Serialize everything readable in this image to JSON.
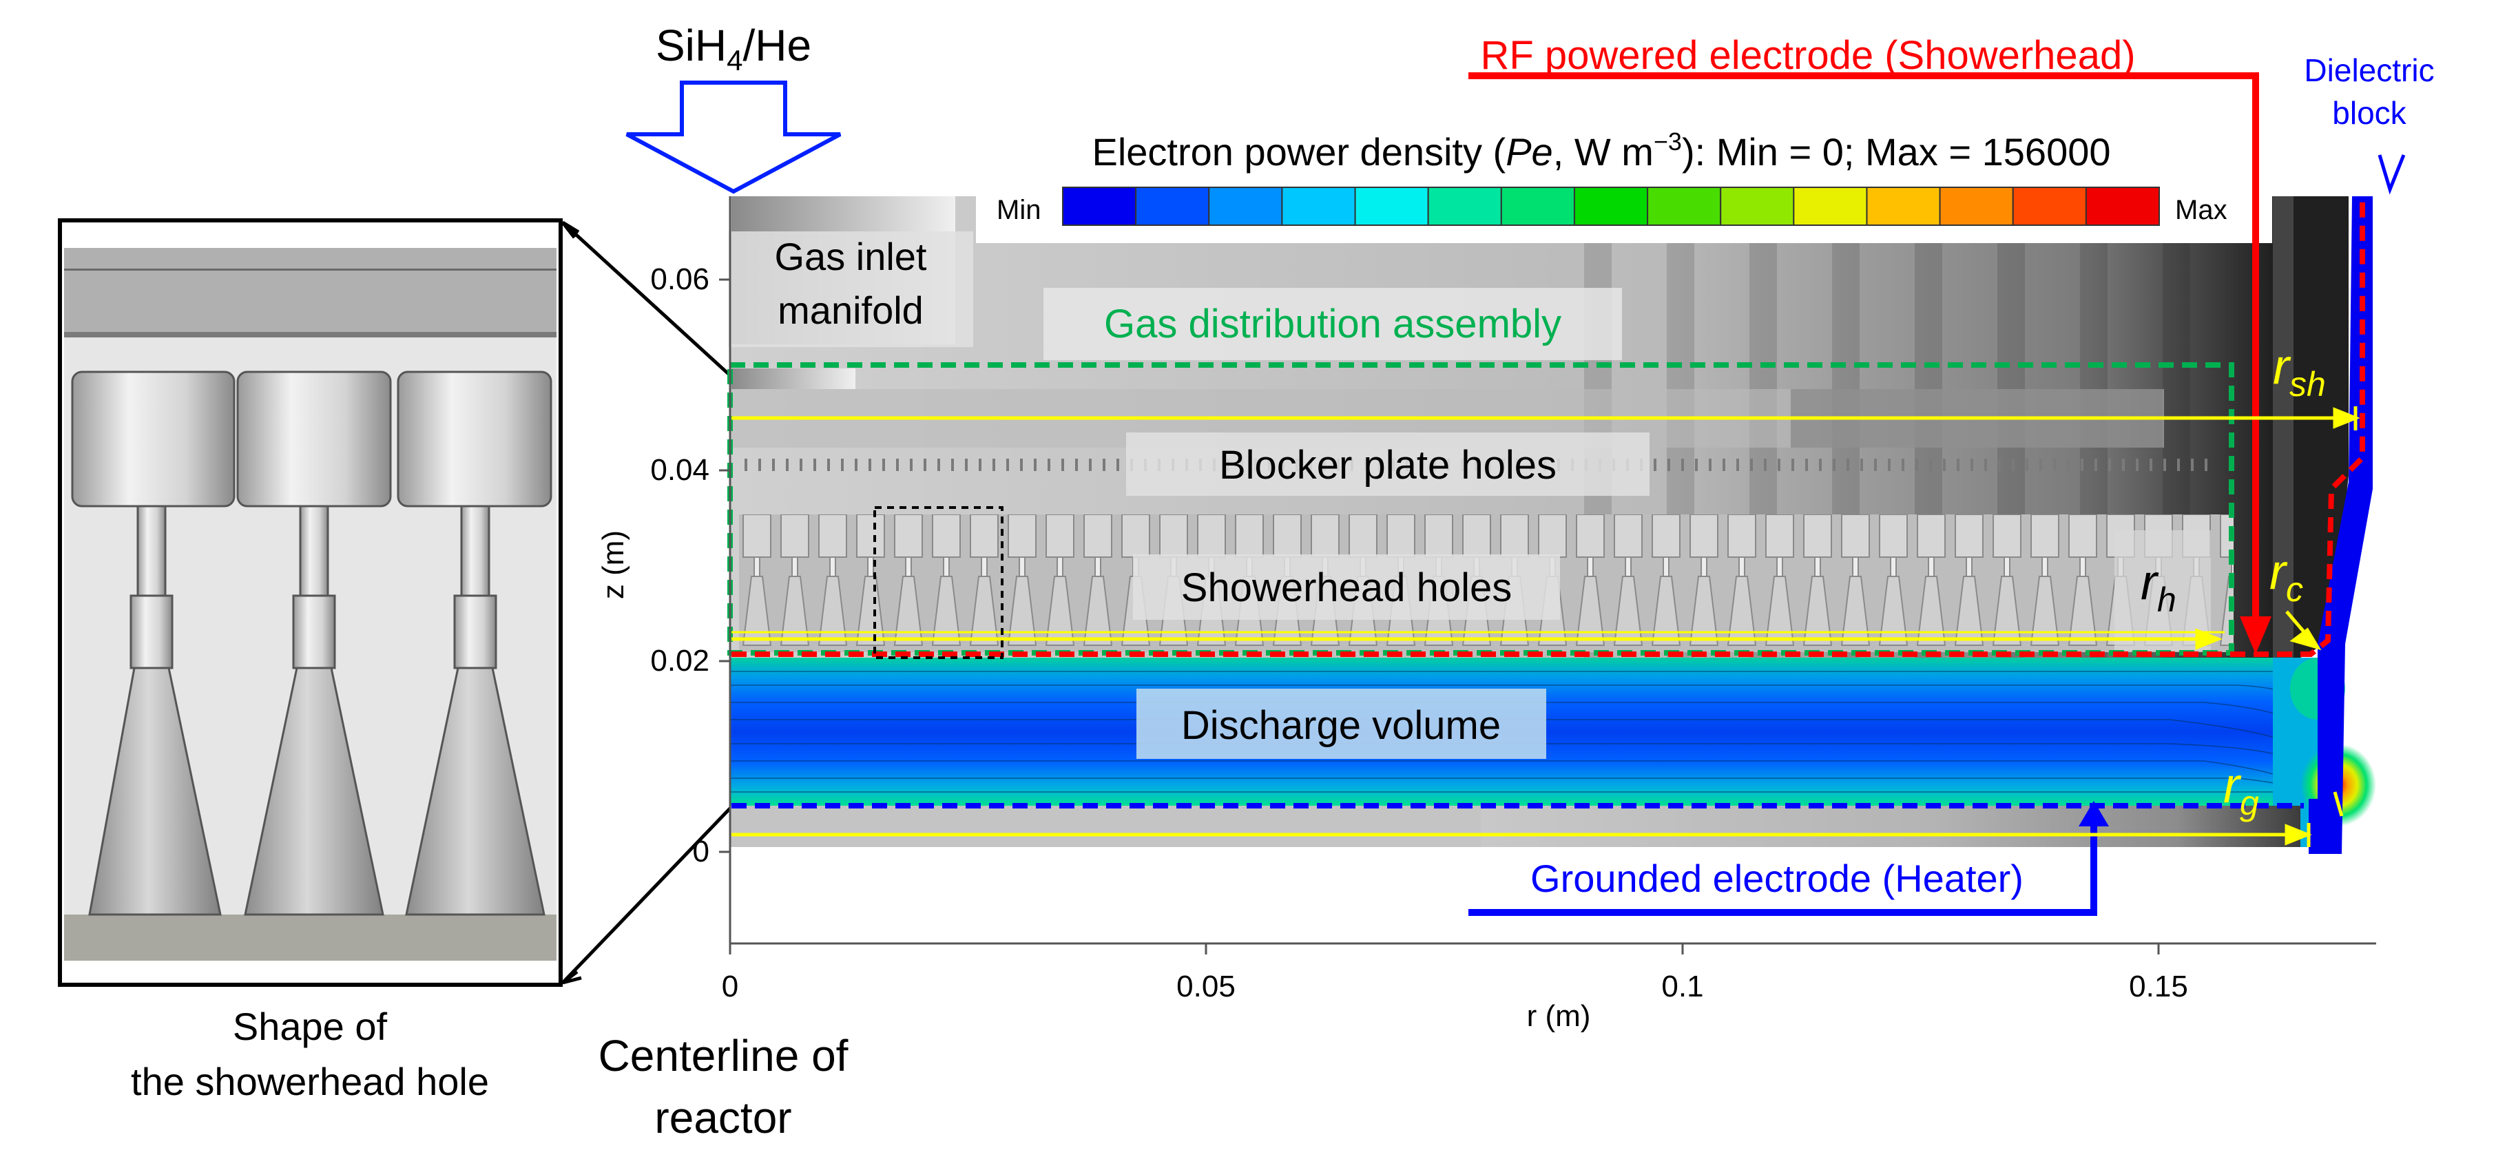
{
  "gas": {
    "prefix": "SiH",
    "sub": "4",
    "suffix": "/He"
  },
  "colorbar": {
    "title_pre": "Electron power density (",
    "title_var": "Pe",
    "title_unit": ", W m",
    "title_exp": "−3",
    "title_post": "): Min = 0; Max = 156000",
    "min_label": "Min",
    "max_label": "Max",
    "colors": [
      "#0000f0",
      "#0050ff",
      "#0090ff",
      "#00c8ff",
      "#00f0f0",
      "#00e6a0",
      "#00e070",
      "#00d800",
      "#48dc00",
      "#90e800",
      "#e8f000",
      "#ffc000",
      "#ff8c00",
      "#ff4800",
      "#f00000"
    ]
  },
  "labels": {
    "rf": "RF powered electrode (Showerhead)",
    "dielectric_1": "Dielectric",
    "dielectric_2": "block",
    "gas_inlet_1": "Gas inlet",
    "gas_inlet_2": "manifold",
    "gas_dist": "Gas distribution assembly",
    "blocker": "Blocker plate holes",
    "showerhead": "Showerhead holes",
    "discharge": "Discharge volume",
    "grounded": "Grounded electrode (Heater)",
    "shape_1": "Shape of",
    "shape_2": "the showerhead hole",
    "center_1": "Centerline of",
    "center_2": "reactor"
  },
  "radii": {
    "rsh": {
      "main": "r",
      "sub": "sh"
    },
    "rh": {
      "main": "r",
      "sub": "h"
    },
    "rc": {
      "main": "r",
      "sub": "c"
    },
    "rg": {
      "main": "r",
      "sub": "g"
    }
  },
  "axes": {
    "xlabel": "r (m)",
    "ylabel": "z (m)",
    "xticks": [
      "0",
      "0.05",
      "0.1",
      "0.15"
    ],
    "yticks": [
      "0.06",
      "0.04",
      "0.02",
      "0"
    ]
  },
  "colors": {
    "rf": "#ff0000",
    "grounded": "#0000ff",
    "gas_dist": "#00b050",
    "radius": "#ffff00"
  }
}
